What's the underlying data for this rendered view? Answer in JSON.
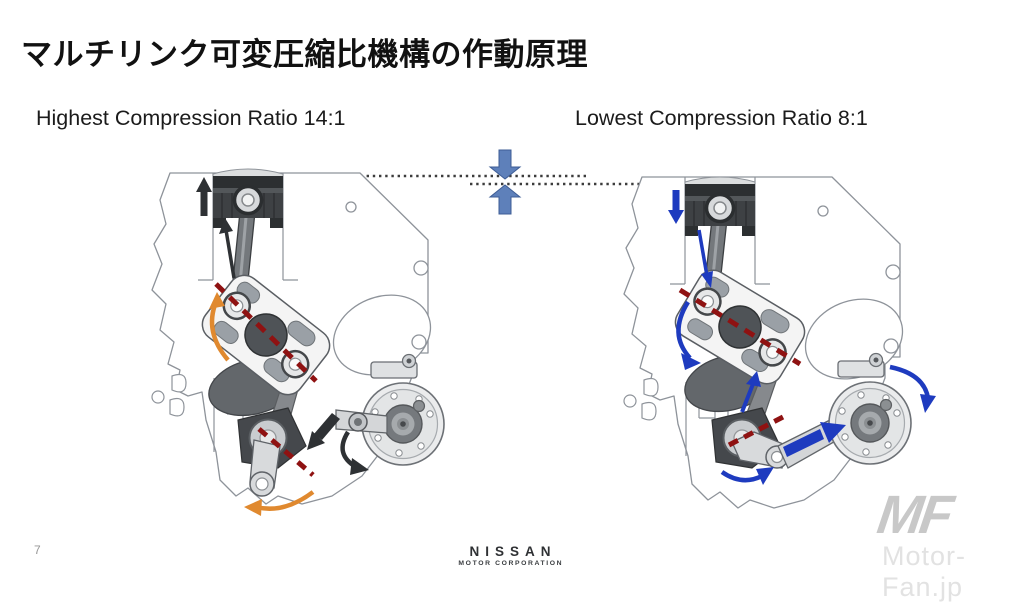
{
  "slide": {
    "title": "マルチリンク可変圧縮比機構の作動原理",
    "page_number": "7",
    "diagrams": {
      "left": {
        "label": "Highest Compression Ratio 14:1",
        "arrow_color": "#e0892f"
      },
      "right": {
        "label": "Lowest Compression Ratio 8:1",
        "arrow_color": "#1e3bbf"
      }
    },
    "center_indicator": {
      "icon": "tdc-height-difference-arrows",
      "color": "#5e80ba"
    },
    "colors": {
      "link_axis_dash_red": "#8f1212",
      "outline_gray": "#8e939a",
      "black_arrow": "#2e3134"
    },
    "footer": {
      "brand": "NISSAN",
      "brand_sub": "MOTOR CORPORATION"
    },
    "watermark": {
      "logo": "MF",
      "text": "Motor-Fan.jp"
    }
  }
}
